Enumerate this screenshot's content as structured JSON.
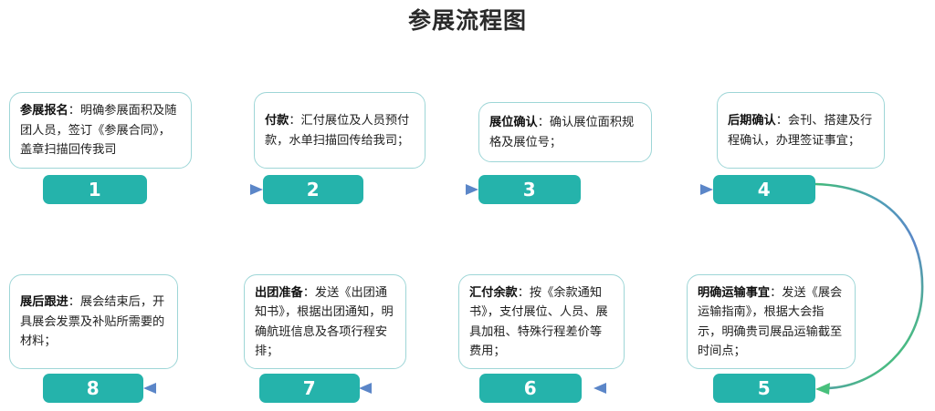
{
  "title": "参展流程图",
  "theme": {
    "badge_fill": "#25b3ab",
    "badge_text": "#ffffff",
    "card_border": "#9ed6d7",
    "card_fill": "#ffffff",
    "arrow_start": "#4caf7d",
    "arrow_mid": "#5bbf8a",
    "arrow_end": "#5b86c8",
    "title_color": "#2b2b2b",
    "page_background": "#ffffff"
  },
  "chart_data": {
    "type": "diagram",
    "title": "参展流程图",
    "layout": "two-row serpentine flowchart, 8 steps, top row left-to-right, bottom row right-to-left",
    "steps": [
      {
        "number": "1",
        "lead": "参展报名",
        "body": "：明确参展面积及随团人员，签订《参展合同》，盖章扫描回传我司",
        "row": "top"
      },
      {
        "number": "2",
        "lead": "付款",
        "body": "：汇付展位及人员预付款，水单扫描回传给我司；",
        "row": "top"
      },
      {
        "number": "3",
        "lead": "展位确认",
        "body": "：确认展位面积规格及展位号；",
        "row": "top"
      },
      {
        "number": "4",
        "lead": "后期确认",
        "body": "：会刊、搭建及行程确认，办理签证事宜；",
        "row": "top"
      },
      {
        "number": "5",
        "lead": "明确运输事宜",
        "body": "：发送《展会运输指南》，根据大会指示，明确贵司展品运输截至时间点；",
        "row": "bottom"
      },
      {
        "number": "6",
        "lead": "汇付余款",
        "body": "：按《余款通知书》，支付展位、人员、展具加租、特殊行程差价等费用；",
        "row": "bottom"
      },
      {
        "number": "7",
        "lead": "出团准备",
        "body": "：发送《出团通知书》，根据出团通知，明确航班信息及各项行程安排；",
        "row": "bottom"
      },
      {
        "number": "8",
        "lead": "展后跟进",
        "body": "：展会结束后，开具展会发票及补贴所需要的材料；",
        "row": "bottom"
      }
    ],
    "connections": [
      {
        "from": "1",
        "to": "2",
        "shape": "straight-right"
      },
      {
        "from": "2",
        "to": "3",
        "shape": "straight-right"
      },
      {
        "from": "3",
        "to": "4",
        "shape": "straight-right"
      },
      {
        "from": "4",
        "to": "5",
        "shape": "curve-around-right"
      },
      {
        "from": "5",
        "to": "6",
        "shape": "straight-left"
      },
      {
        "from": "6",
        "to": "7",
        "shape": "straight-left"
      },
      {
        "from": "7",
        "to": "8",
        "shape": "straight-left"
      }
    ]
  }
}
